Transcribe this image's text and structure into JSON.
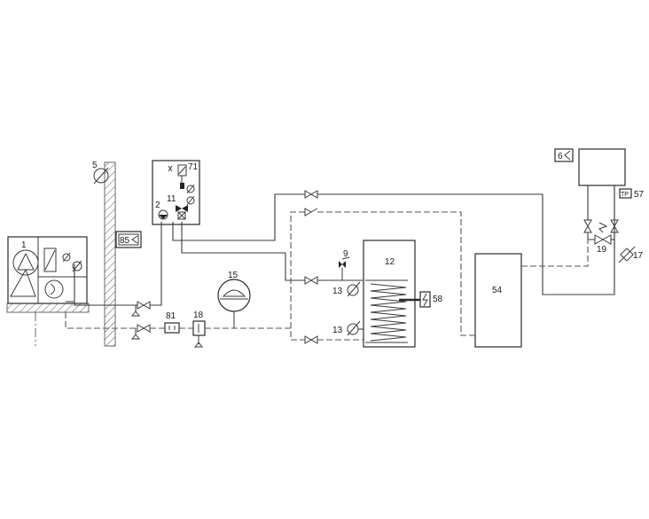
{
  "labels": {
    "heat_pump_outdoor": "1",
    "circulation_pump": "2",
    "manometer_wall": "5",
    "expansion_vessel_top": "6",
    "air_vent": "9",
    "three_way_valve": "11",
    "dhw_cylinder": "12",
    "temp_sensor": "13",
    "expansion_vessel": "15",
    "safety_valve": "17",
    "filter": "18",
    "mixing_valve": "19",
    "buffer_tank": "54",
    "tp_sensor": "57",
    "immersion_heater": "58",
    "hydro_module": "71",
    "strainer": "81",
    "room_controller": "85",
    "tp_text": "TP"
  }
}
